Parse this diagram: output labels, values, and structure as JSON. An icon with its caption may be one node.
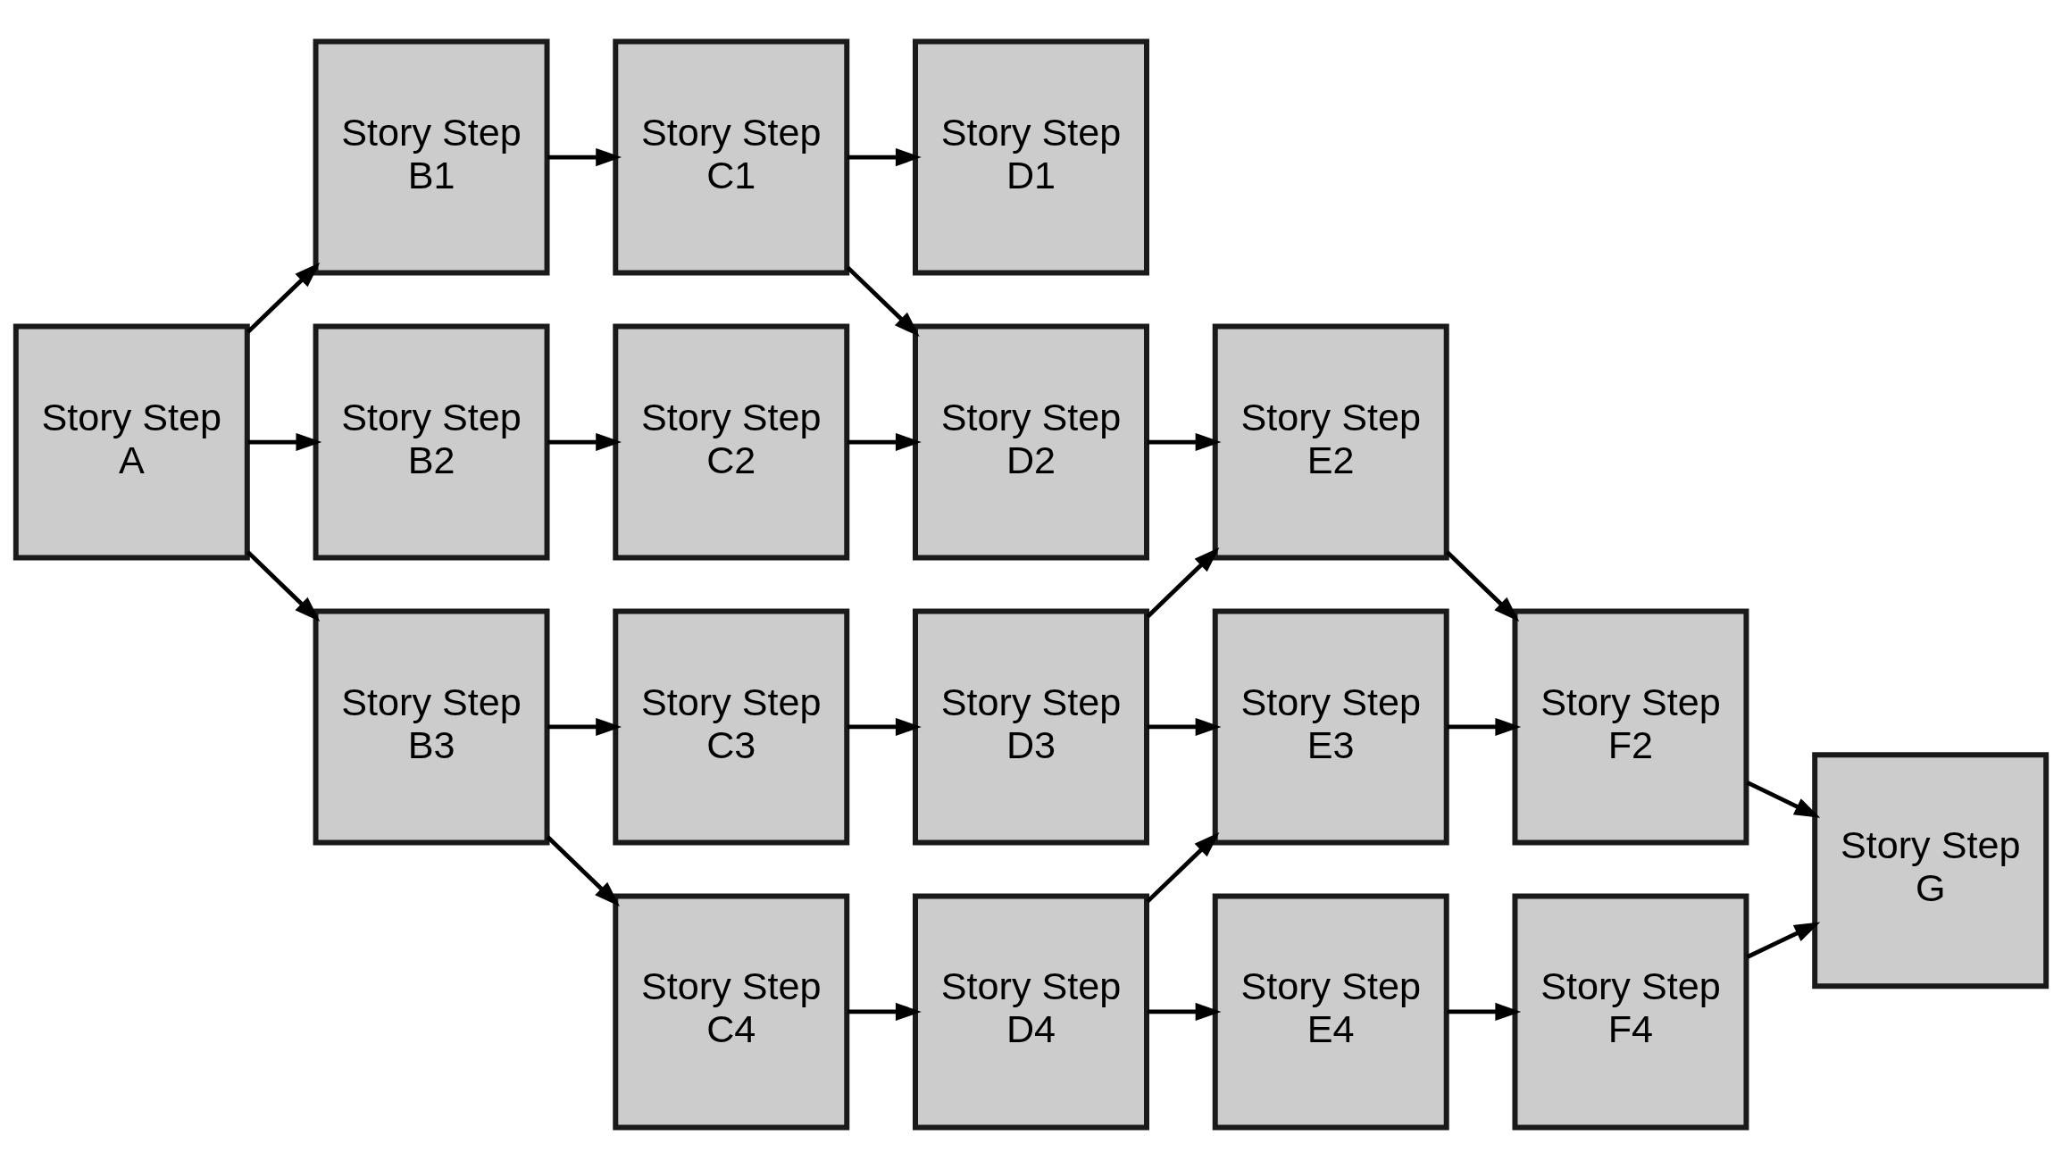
{
  "diagram": {
    "nodes": [
      {
        "text": [
          "Story Step B1"
        ]
      },
      {
        "text": [
          "Story Step C1"
        ]
      },
      {
        "text": [
          "Story Step D1"
        ]
      },
      {
        "text": [
          "Story Step A"
        ]
      },
      {
        "text": [
          "Story Step B2"
        ]
      },
      {
        "text": [
          "Story Step C2"
        ]
      },
      {
        "text": [
          "Story Step D2"
        ]
      },
      {
        "text": [
          "Story Step E2"
        ]
      },
      {
        "text": [
          "Story Step F2"
        ]
      },
      {
        "text": [
          "Story Step G"
        ]
      },
      {
        "text": [
          "Story Step B3"
        ]
      },
      {
        "text": [
          "Story Step C3"
        ]
      },
      {
        "text": [
          "Story Step D3"
        ]
      },
      {
        "text": [
          "Story Step E3"
        ]
      },
      {
        "text": [
          "Story Step C4"
        ]
      },
      {
        "text": [
          "Story Step D4"
        ]
      },
      {
        "text": [
          "Story Step E4"
        ]
      },
      {
        "text": [
          "Story Step F4"
        ]
      }
    ],
    "edges": [
      {
        "from": 3,
        "to": 0,
        "arrow": "to"
      },
      {
        "from": 3,
        "to": 4,
        "arrow": "to"
      },
      {
        "from": 3,
        "to": 10,
        "arrow": "to"
      },
      {
        "from": 0,
        "to": 1,
        "arrow": "to"
      },
      {
        "from": 1,
        "to": 2,
        "arrow": "to"
      },
      {
        "from": 1,
        "to": 6,
        "arrow": "to"
      },
      {
        "from": 4,
        "to": 5,
        "arrow": "to"
      },
      {
        "from": 5,
        "to": 6,
        "arrow": "to"
      },
      {
        "from": 6,
        "to": 7,
        "arrow": "to"
      },
      {
        "from": 7,
        "to": 8,
        "arrow": "to"
      },
      {
        "from": 8,
        "to": 9,
        "arrow": "to"
      },
      {
        "from": 10,
        "to": 11,
        "arrow": "to"
      },
      {
        "from": 11,
        "to": 12,
        "arrow": "to"
      },
      {
        "from": 12,
        "to": 7,
        "arrow": "to"
      },
      {
        "from": 12,
        "to": 13,
        "arrow": "to"
      },
      {
        "from": 13,
        "to": 8,
        "arrow": "to"
      },
      {
        "from": 10,
        "to": 14,
        "arrow": "to"
      },
      {
        "from": 14,
        "to": 15,
        "arrow": "to"
      },
      {
        "from": 15,
        "to": 13,
        "arrow": "to"
      },
      {
        "from": 15,
        "to": 16,
        "arrow": "to"
      },
      {
        "from": 16,
        "to": 17,
        "arrow": "to"
      },
      {
        "from": 17,
        "to": 9,
        "arrow": "to"
      }
    ]
  }
}
